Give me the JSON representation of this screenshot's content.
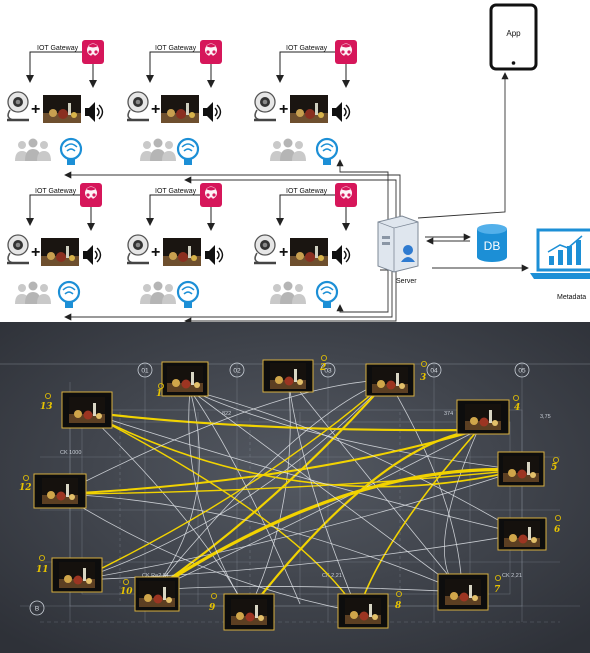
{
  "top_panel": {
    "gateway_label": "IOT Gateway",
    "app_label": "App",
    "db_label": "DB",
    "server_label": "Server",
    "metadata_label": "Metadata"
  },
  "bottom_panel": {
    "columns": [
      "01",
      "02",
      "03",
      "04",
      "05"
    ],
    "row_marker": "B",
    "dimension_labels": [
      "822",
      "374",
      "3,75",
      "CK 1000",
      "CK Re2,91",
      "CK 2,21",
      "CK 2,21"
    ],
    "painting_numbers": [
      "1",
      "2",
      "3",
      "4",
      "5",
      "6",
      "7",
      "8",
      "9",
      "10",
      "11",
      "12",
      "13"
    ]
  },
  "colors": {
    "gateway_red": "#d6165a",
    "db_blue": "#1c8fd6",
    "link_yellow": "#f2d300",
    "blueprint_bg": "#3b3f47",
    "marker_yellow": "#e8c400"
  }
}
